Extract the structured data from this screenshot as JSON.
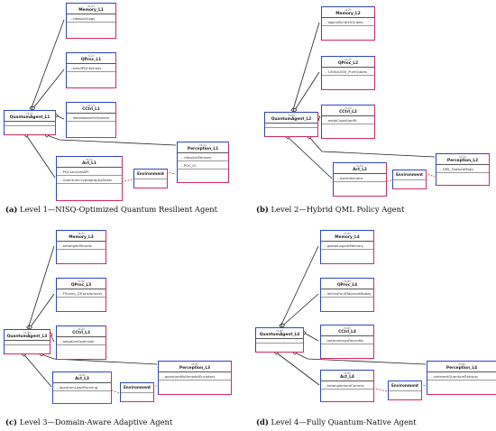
{
  "colors": {
    "border_left": "#2b46c5",
    "border_right": "#d42a5c",
    "line": "#222222"
  },
  "panels": [
    {
      "stereotype": "«L1»",
      "agent": "QuantumAgent_L1",
      "memory": {
        "name": "Memory_L1",
        "attr": "- classicalLogs"
      },
      "qproc": {
        "name": "QProc_L1",
        "attr": "- smallPQCkernels"
      },
      "cctrl": {
        "name": "CCtrl_L1",
        "attr": "- noiseAwareScheduler"
      },
      "perception": {
        "name": "Perception_L1",
        "attrs": [
          "- classicalSensors",
          "- PQC_IO"
        ]
      },
      "act": {
        "name": "Act_L1",
        "attrs": [
          "- PQCsecuredAPI",
          "- QuantumCryptographyDatac"
        ]
      },
      "environment": "Environment",
      "caption_label": "(a)",
      "caption_text": " Level 1—NISQ-Optimized Quantum Resilient Agent"
    },
    {
      "stereotype": "«L2»",
      "agent": "QuantumAgent_L2",
      "memory": {
        "name": "Memory_L2",
        "attr": "- logicalScratchQubits"
      },
      "qproc": {
        "name": "QProc_L2",
        "attr": "- 100to1000_PureQubits"
      },
      "cctrl": {
        "name": "CCtrl_L2",
        "attr": "- metaCognitionRL"
      },
      "perception": {
        "name": "Perception_L2",
        "attrs": [
          "- QML_FeatureMaps"
        ]
      },
      "act": {
        "name": "Act_L2",
        "attrs": [
          "- hybridActions"
        ]
      },
      "environment": "Environment",
      "caption_label": "(b)",
      "caption_text": " Level 2—Hybrid QML Policy Agent"
    },
    {
      "stereotype": "«L3»",
      "agent": "QuantumAgent_L3",
      "memory": {
        "name": "Memory_L3",
        "attr": "- entangledShards"
      },
      "qproc": {
        "name": "QProc_L3",
        "attr": "- FTcores_QTransformers"
      },
      "cctrl": {
        "name": "CCtrl_L3",
        "attr": "- adaptiveOptimiser"
      },
      "perception": {
        "name": "Perception_L3",
        "attrs": [
          "- quantumMultimodalEncoders"
        ]
      },
      "act": {
        "name": "Act_L3",
        "attrs": [
          "- quantumLoopPlanning"
        ]
      },
      "environment": "Environment",
      "caption_label": "(c)",
      "caption_text": " Level 3—Domain-Aware Adaptive Agent"
    },
    {
      "stereotype": "«L4»",
      "agent": "QuantumAgent_L4",
      "memory": {
        "name": "Memory_L4",
        "attr": "- globalLogicalMemory"
      },
      "qproc": {
        "name": "QProc_L4",
        "attr": "- millionFaultTolerantNodes"
      },
      "cctrl": {
        "name": "CCtrl_L4",
        "attr": "- autonomousReconfig"
      },
      "perception": {
        "name": "Perception_L4",
        "attrs": [
          "- coherentQuantumSensors"
        ]
      },
      "act": {
        "name": "Act_L4",
        "attrs": [
          "- entanglementComms"
        ]
      },
      "environment": "Environment",
      "caption_label": "(d)",
      "caption_text": " Level 4—Fully Quantum-Native Agent"
    }
  ]
}
